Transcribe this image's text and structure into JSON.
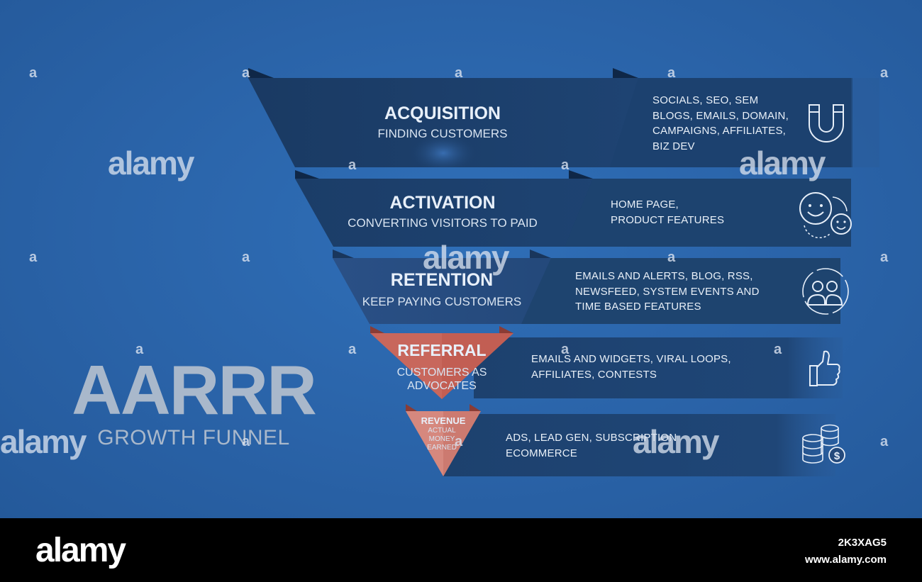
{
  "title": {
    "main": "AARRR",
    "sub": "GROWTH FUNNEL"
  },
  "stages": [
    {
      "name": "ACQUISITION",
      "subtitle": "FINDING CUSTOMERS",
      "details": [
        "SOCIALS,  SEO, SEM",
        "BLOGS, EMAILS, DOMAIN,",
        "CAMPAIGNS, AFFILIATES,",
        "BIZ DEV"
      ],
      "icon": "magnet-icon",
      "color": "#1b3c66"
    },
    {
      "name": "ACTIVATION",
      "subtitle": "CONVERTING VISITORS TO PAID",
      "details": [
        "HOME PAGE,",
        "PRODUCT FEATURES"
      ],
      "icon": "smiley-faces-icon",
      "color": "#1d4170"
    },
    {
      "name": "RETENTION",
      "subtitle": "KEEP PAYING CUSTOMERS",
      "details": [
        "EMAILS AND ALERTS, BLOG, RSS,",
        "NEWSFEED, SYSTEM EVENTS AND",
        "TIME BASED FEATURES"
      ],
      "icon": "users-icon",
      "color": "#2b5186"
    },
    {
      "name": "REFERRAL",
      "subtitle": "CUSTOMERS AS ADVOCATES",
      "details": [
        "EMAILS  AND WIDGETS, VIRAL LOOPS,",
        "AFFILIATES, CONTESTS"
      ],
      "icon": "thumbs-up-icon",
      "color": "#c8675c"
    },
    {
      "name": "REVENUE",
      "subtitle": "ACTUAL MONEY EARNED",
      "details": [
        "ADS, LEAD GEN, SUBSCRIPTION",
        "ECOMMERCE"
      ],
      "icon": "coins-dollar-icon",
      "color": "#d6887e"
    }
  ],
  "watermark": {
    "brand": "alamy",
    "letter": "a"
  },
  "footer": {
    "logo": "alamy",
    "image_id": "2K3XAG5",
    "url": "www.alamy.com"
  }
}
